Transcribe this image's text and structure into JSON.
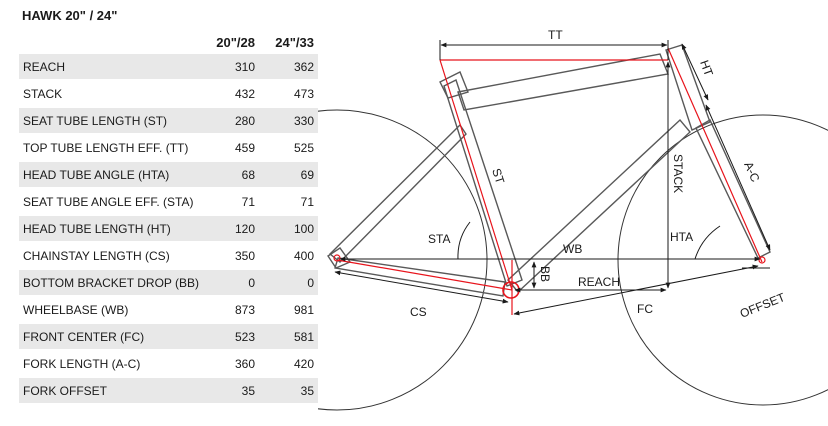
{
  "title": "HAWK 20\" / 24\"",
  "table": {
    "headers": [
      "",
      "20\"/28",
      "24\"/33"
    ],
    "rows": [
      {
        "label": "REACH",
        "a": "310",
        "b": "362"
      },
      {
        "label": "STACK",
        "a": "432",
        "b": "473"
      },
      {
        "label": "SEAT TUBE LENGTH (ST)",
        "a": "280",
        "b": "330"
      },
      {
        "label": "TOP TUBE LENGTH EFF. (TT)",
        "a": "459",
        "b": "525"
      },
      {
        "label": "HEAD TUBE ANGLE (HTA)",
        "a": "68",
        "b": "69"
      },
      {
        "label": "SEAT TUBE ANGLE EFF. (STA)",
        "a": "71",
        "b": "71"
      },
      {
        "label": "HEAD TUBE LENGTH (HT)",
        "a": "120",
        "b": "100"
      },
      {
        "label": "CHAINSTAY LENGTH (CS)",
        "a": "350",
        "b": "400"
      },
      {
        "label": "BOTTOM BRACKET DROP (BB)",
        "a": "0",
        "b": "0"
      },
      {
        "label": "WHEELBASE (WB)",
        "a": "873",
        "b": "981"
      },
      {
        "label": "FRONT CENTER (FC)",
        "a": "523",
        "b": "581"
      },
      {
        "label": "FORK LENGTH (A-C)",
        "a": "360",
        "b": "420"
      },
      {
        "label": "FORK OFFSET",
        "a": "35",
        "b": "35"
      }
    ]
  },
  "diagram": {
    "labels": {
      "tt": "TT",
      "ht": "HT",
      "st": "ST",
      "stack": "STACK",
      "ac": "A-C",
      "sta": "STA",
      "hta": "HTA",
      "wb": "WB",
      "bb": "BB",
      "reach": "REACH",
      "cs": "CS",
      "fc": "FC",
      "offset": "OFFSET"
    },
    "colors": {
      "frame": "#595959",
      "dimension": "#e8141c",
      "line": "#1a1a1a"
    }
  }
}
